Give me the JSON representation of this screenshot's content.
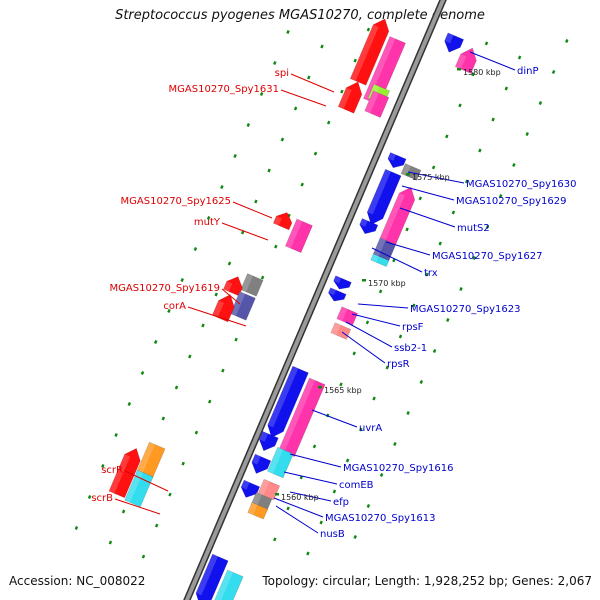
{
  "title": "Streptococcus pyogenes MGAS10270, complete genome",
  "footer": {
    "accession": "Accession: NC_008022",
    "topology": "Topology: circular; Length: 1,928,252 bp; Genes: 2,067"
  },
  "colors": {
    "backbone": "#9a9a9a",
    "backbone_edge": "#333333",
    "leader_left": "#dd0000",
    "leader_right": "#0000cc",
    "tick": "#118811",
    "red": "#ff1111",
    "pink": "#ff33aa",
    "blue": "#1111ee",
    "gray": "#808080",
    "purple": "#5555aa",
    "cyan": "#33ddee",
    "orange": "#ff9922",
    "lime": "#99ee33",
    "lightgray": "#c8c8c8",
    "salmon": "#ff8888"
  },
  "scale_labels": [
    "1580 kbp",
    "1575 kbp",
    "1570 kbp",
    "1565 kbp",
    "1560 kbp"
  ],
  "left_labels": [
    "spi",
    "MGAS10270_Spy1631",
    "MGAS10270_Spy1625",
    "mutY",
    "MGAS10270_Spy1619",
    "corA",
    "scrR",
    "scrB"
  ],
  "right_labels": [
    "dinP",
    "MGAS10270_Spy1630",
    "MGAS10270_Spy1629",
    "mutS2",
    "MGAS10270_Spy1627",
    "trx",
    "MGAS10270_Spy1623",
    "rpsF",
    "ssb2-1",
    "rpsR",
    "uvrA",
    "MGAS10270_Spy1616",
    "comEB",
    "efp",
    "MGAS10270_Spy1613",
    "nusB"
  ]
}
